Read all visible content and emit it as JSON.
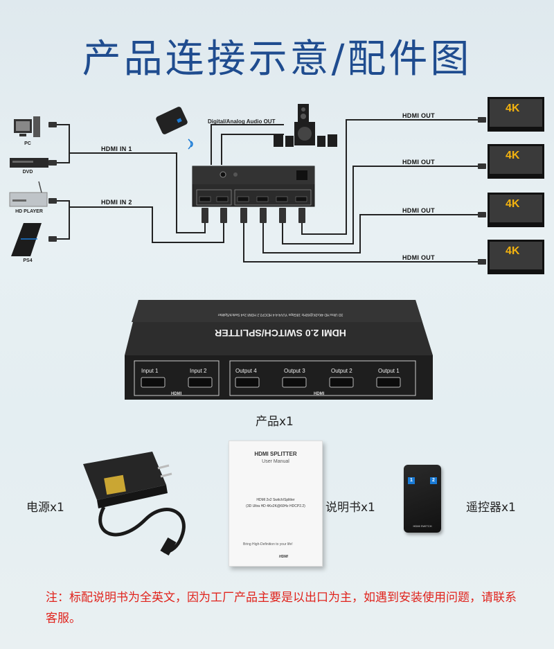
{
  "title": "产品连接示意/配件图",
  "diagram": {
    "sources": [
      {
        "label": "PC",
        "icon": "pc-icon"
      },
      {
        "label": "DVD",
        "icon": "dvd-player-icon"
      },
      {
        "label": "HD PLAYER",
        "icon": "hd-player-icon"
      },
      {
        "label": "PS4",
        "icon": "ps4-console-icon"
      }
    ],
    "hdmi_in_1": "HDMI IN 1",
    "hdmi_in_2": "HDMI IN 2",
    "audio_out": "Digital/Analog Audio OUT",
    "hdmi_out_labels": [
      "HDMI OUT",
      "HDMI OUT",
      "HDMI OUT",
      "HDMI OUT"
    ],
    "tv_badge": "4K"
  },
  "product": {
    "brand_text": "HDMI 2.0 SWITCH/SPLITTER",
    "spec_line": "3D Ultra HD 4Kx2K@60Hz 18Gbps YUV4:4:4 HDCP2.2 HDMI 2x4 Switch/Splitter",
    "inputs": [
      "Input 1",
      "Input 2"
    ],
    "outputs": [
      "Output 4",
      "Output 3",
      "Output 2",
      "Output 1"
    ],
    "hdmi_tag": "HDMI",
    "caption": "产品x1"
  },
  "accessories": {
    "power_caption": "电源x1",
    "manual_caption": "说明书x1",
    "remote_caption": "遥控器x1",
    "manual": {
      "title": "HDMI SPLITTER",
      "subtitle": "User Manual",
      "line1": "HDMI 2x2 Switch/Splitter",
      "line2": "(3D Ultra HD 4Kx2K@60Hz HDCP2.2)",
      "footer": "Bring High-Definition to your life!",
      "logo": "HDMI"
    },
    "remote": {
      "button1": "1",
      "button2": "2",
      "label": "HDMI SWITCH"
    }
  },
  "note": "注：标配说明书为全英文，因为工厂产品主要是以出口为主，如遇到安装使用问题，请联系客服。"
}
